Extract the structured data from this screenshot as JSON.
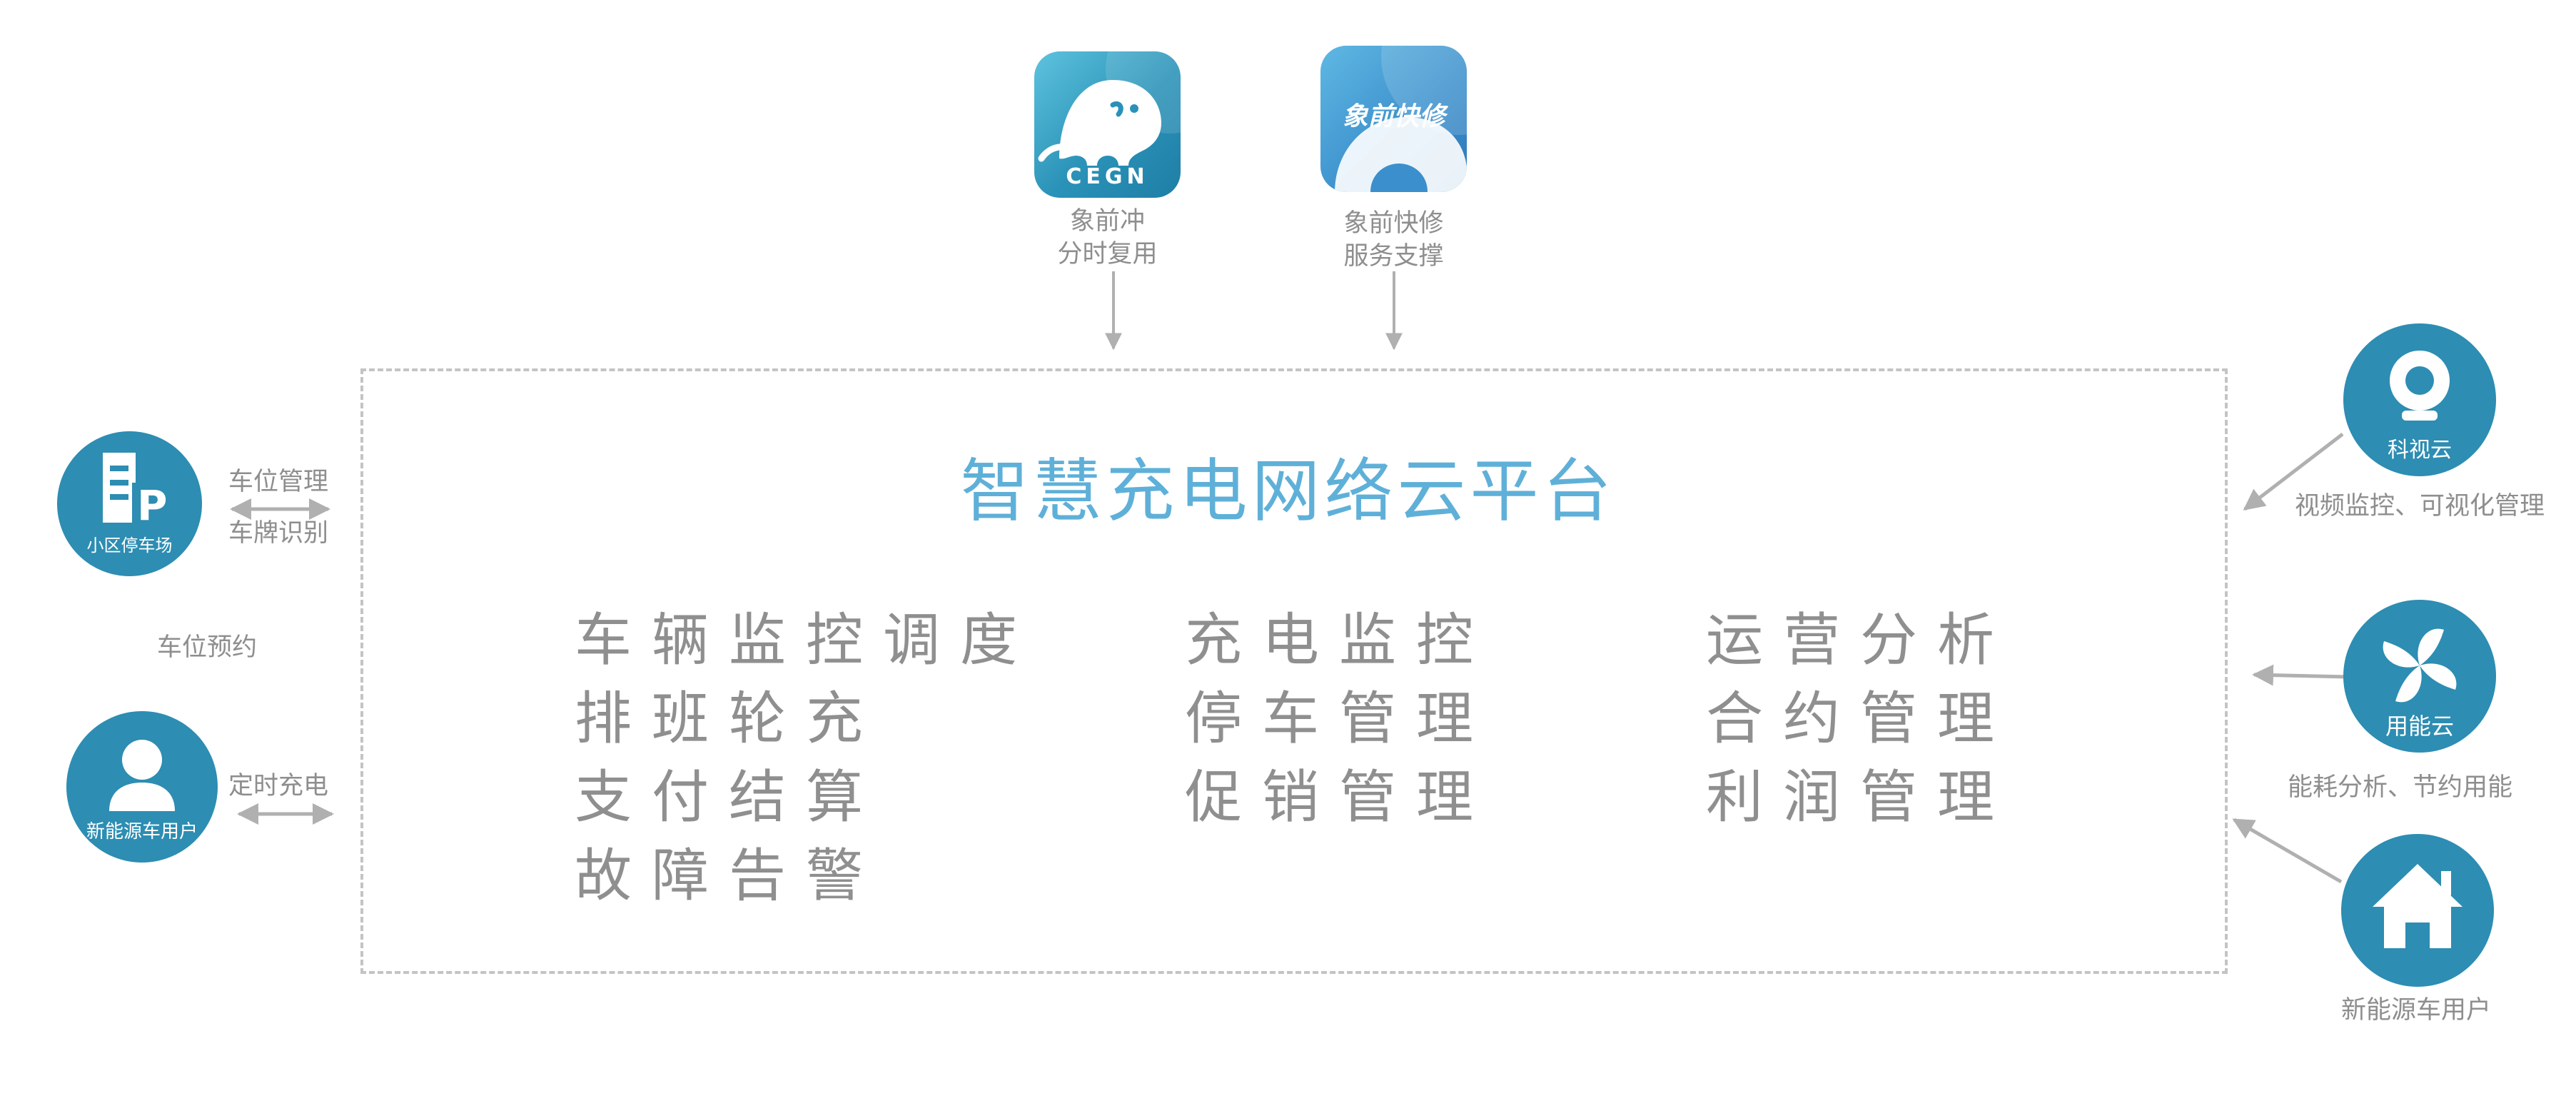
{
  "platform": {
    "title": "智慧充电网络云平台",
    "columns": [
      [
        "车辆监控调度",
        "排班轮充",
        "支付结算",
        "故障告警"
      ],
      [
        "充电监控",
        "停车管理",
        "促销管理"
      ],
      [
        "运营分析",
        "合约管理",
        "利润管理"
      ]
    ]
  },
  "apps": [
    {
      "badge": "CEGN",
      "name": "象前冲",
      "desc": "分时复用",
      "icon": "elephant-icon"
    },
    {
      "badge": "象前快修",
      "name": "象前快修",
      "desc": "服务支撑",
      "icon": "elephant-icon"
    }
  ],
  "left": {
    "parking": {
      "name": "小区停车场",
      "icon": "parking-building-icon",
      "link_top": "车位管理",
      "link_bottom": "车牌识别"
    },
    "middle_label": "车位预约",
    "user": {
      "name": "新能源车用户",
      "icon": "user-icon",
      "link": "定时充电"
    }
  },
  "right": [
    {
      "name": "科视云",
      "icon": "camera-icon",
      "caption": "视频监控、可视化管理"
    },
    {
      "name": "用能云",
      "icon": "fan-icon",
      "caption": "能耗分析、节约用能"
    },
    {
      "name": "",
      "icon": "house-icon",
      "caption": "新能源车用户"
    }
  ],
  "colors": {
    "accent": "#2d8db2",
    "title": "#5fb0d8",
    "text": "#8f8f8f",
    "line": "#b5b5b5"
  }
}
